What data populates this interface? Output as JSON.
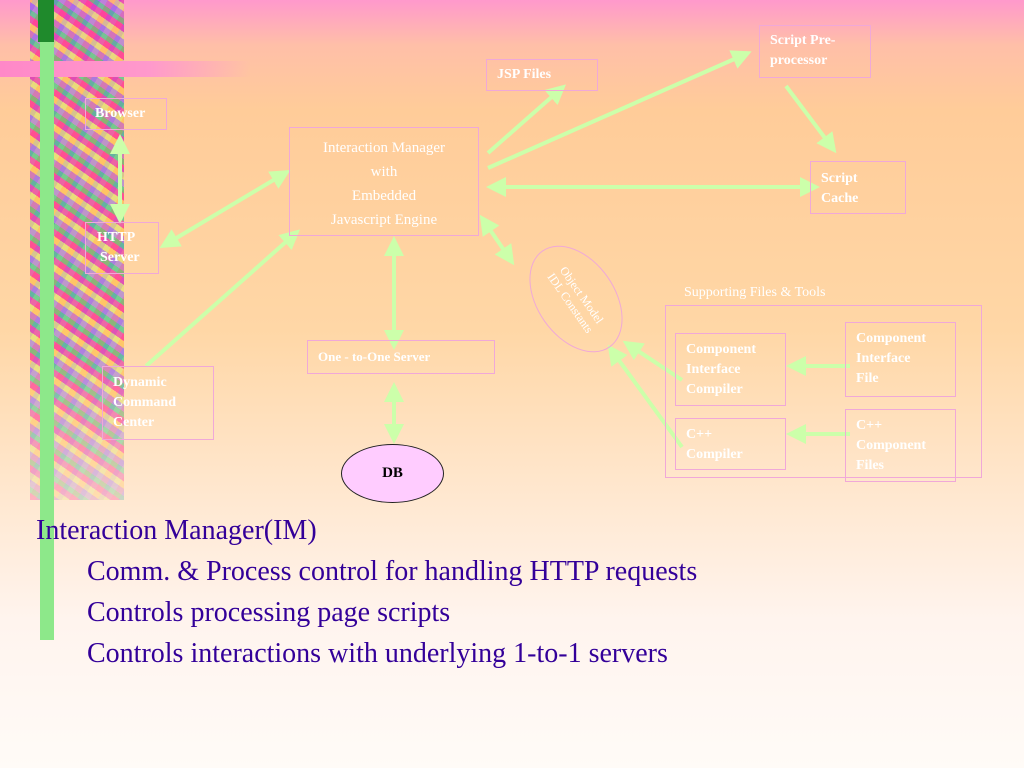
{
  "diagram": {
    "nodes": {
      "browser": "Browser",
      "http_server": [
        "HTTP",
        "Server"
      ],
      "interaction_manager": [
        "Interaction Manager",
        "with",
        "Embedded",
        "Javascript Engine"
      ],
      "jsp_files": "JSP Files",
      "script_preprocessor": [
        "Script Pre-",
        "processor"
      ],
      "script_cache": [
        "Script",
        "Cache"
      ],
      "dynamic_command_center": [
        "Dynamic",
        "Command",
        "Center"
      ],
      "one_to_one_server": "One - to-One Server",
      "db": "DB",
      "oval_tag": [
        "Object Model",
        "IDL Constants"
      ],
      "component_interface_compiler": [
        "Component",
        "Interface",
        "Compiler"
      ],
      "cpp_compiler": [
        "C++",
        "Compiler"
      ],
      "component_interface_file": [
        "Component",
        "Interface",
        "File"
      ],
      "cpp_component_files": [
        "C++",
        "Component",
        "Files"
      ]
    },
    "group_title": "Supporting  Files & Tools",
    "colors": {
      "arrow": "#ccffaa",
      "box_border": "#f0a8d8",
      "box_text": "#ffffff",
      "db_fill": "#ffccff",
      "bullet_text": "#330099"
    }
  },
  "bullets": {
    "heading": "Interaction Manager(IM)",
    "items": [
      "Comm. & Process control for handling HTTP requests",
      "Controls processing page scripts",
      "Controls interactions with underlying 1-to-1 servers"
    ]
  }
}
